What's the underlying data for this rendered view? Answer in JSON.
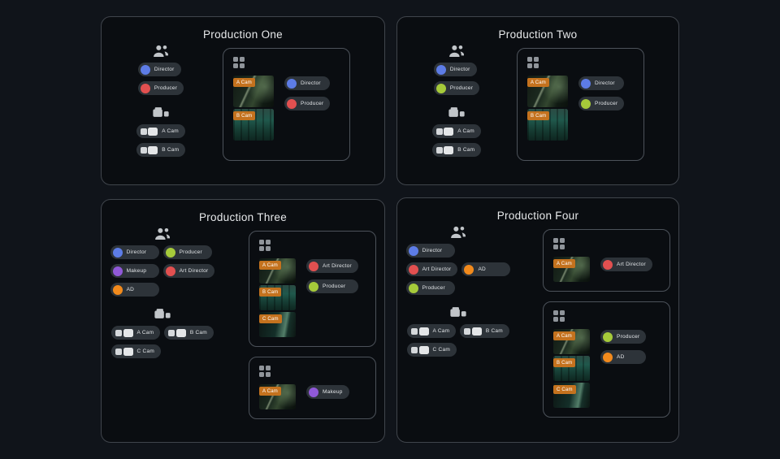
{
  "colors": {
    "page_bg": "#10141a",
    "panel_bg": "#0a0d11",
    "panel_border": "#40454c",
    "group_box_border": "#4c525a",
    "pill_bg": "#2d3339",
    "pill_text": "#e3e6e9",
    "thumb_label_bg": "#c4721e",
    "role_blue": "#5d7ce6",
    "role_red": "#e25050",
    "role_green": "#a6ca3a",
    "role_purple": "#9059d8",
    "role_orange": "#f28a1c"
  },
  "icons": {
    "crew_section": "people-icon",
    "camera_section": "multicam-icon",
    "group_box_header": "grid-icon",
    "camera_chip": "camera-icon"
  },
  "panels": [
    {
      "title": "Production One",
      "crew_rows": [
        [
          {
            "label": "Director",
            "color": "#5d7ce6"
          }
        ],
        [
          {
            "label": "Producer",
            "color": "#e25050"
          }
        ]
      ],
      "camera_rows": [
        [
          "A Cam"
        ],
        [
          "B Cam"
        ]
      ],
      "groups": [
        {
          "thumbs": [
            "A Cam",
            "B Cam"
          ],
          "pills": [
            {
              "label": "Director",
              "color": "#5d7ce6"
            },
            {
              "label": "Producer",
              "color": "#e25050"
            }
          ]
        }
      ]
    },
    {
      "title": "Production Two",
      "crew_rows": [
        [
          {
            "label": "Director",
            "color": "#5d7ce6"
          }
        ],
        [
          {
            "label": "Producer",
            "color": "#a6ca3a"
          }
        ]
      ],
      "camera_rows": [
        [
          "A Cam"
        ],
        [
          "B Cam"
        ]
      ],
      "groups": [
        {
          "thumbs": [
            "A Cam",
            "B Cam"
          ],
          "pills": [
            {
              "label": "Director",
              "color": "#5d7ce6"
            },
            {
              "label": "Producer",
              "color": "#a6ca3a"
            }
          ]
        }
      ]
    },
    {
      "title": "Production Three",
      "crew_rows": [
        [
          {
            "label": "Director",
            "color": "#5d7ce6"
          },
          {
            "label": "Producer",
            "color": "#a6ca3a"
          }
        ],
        [
          {
            "label": "Makeup",
            "color": "#9059d8"
          },
          {
            "label": "Art Director",
            "color": "#e25050"
          }
        ],
        [
          {
            "label": "AD",
            "color": "#f28a1c"
          }
        ]
      ],
      "camera_rows": [
        [
          "A Cam",
          "B Cam"
        ],
        [
          "C Cam"
        ]
      ],
      "groups": [
        {
          "thumbs": [
            "A Cam",
            "B Cam",
            "C Cam"
          ],
          "pills": [
            {
              "label": "Art Director",
              "color": "#e25050"
            },
            {
              "label": "Producer",
              "color": "#a6ca3a"
            }
          ]
        },
        {
          "thumbs": [
            "A Cam"
          ],
          "pills": [
            {
              "label": "Makeup",
              "color": "#9059d8"
            }
          ]
        }
      ]
    },
    {
      "title": "Production Four",
      "crew_rows": [
        [
          {
            "label": "Director",
            "color": "#5d7ce6"
          }
        ],
        [
          {
            "label": "Art Director",
            "color": "#e25050"
          },
          {
            "label": "AD",
            "color": "#f28a1c"
          }
        ],
        [
          {
            "label": "Producer",
            "color": "#a6ca3a"
          }
        ]
      ],
      "camera_rows": [
        [
          "A Cam",
          "B Cam"
        ],
        [
          "C Cam"
        ]
      ],
      "groups": [
        {
          "thumbs": [
            "A Cam"
          ],
          "pills": [
            {
              "label": "Art Director",
              "color": "#e25050"
            }
          ]
        },
        {
          "thumbs": [
            "A Cam",
            "B Cam",
            "C Cam"
          ],
          "pills": [
            {
              "label": "Producer",
              "color": "#a6ca3a"
            },
            {
              "label": "AD",
              "color": "#f28a1c"
            }
          ]
        }
      ]
    }
  ]
}
